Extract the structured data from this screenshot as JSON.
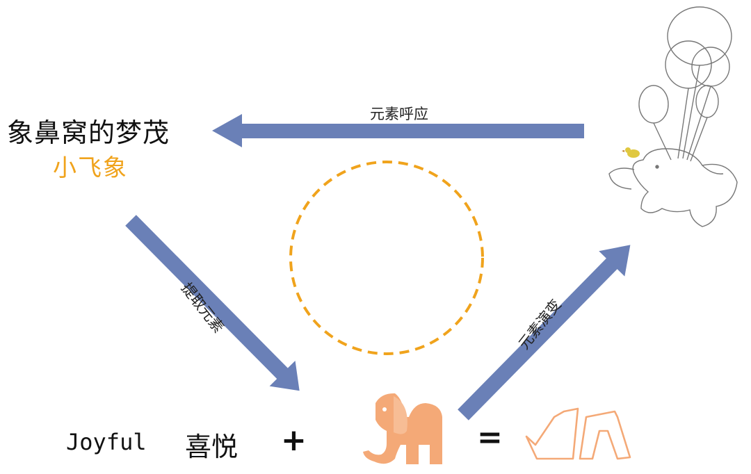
{
  "diagram": {
    "title": "象鼻窝的梦茂",
    "subtitle": "小飞象",
    "arrows": {
      "top_label": "元素呼应",
      "left_label": "提取元素",
      "right_label": "元素演变"
    },
    "equation": {
      "word_en": "Joyful",
      "word_cn": "喜悦",
      "plus": "+",
      "equals": "="
    },
    "colors": {
      "arrow": "#6a80b7",
      "circle": "#f0a31c",
      "subtitle": "#f0a31c",
      "elephant_icon": "#f4a977",
      "logo_outline": "#f4a977"
    },
    "icons": [
      "balloon-elephant-illustration",
      "elephant-icon",
      "logo-mark-icon"
    ]
  }
}
